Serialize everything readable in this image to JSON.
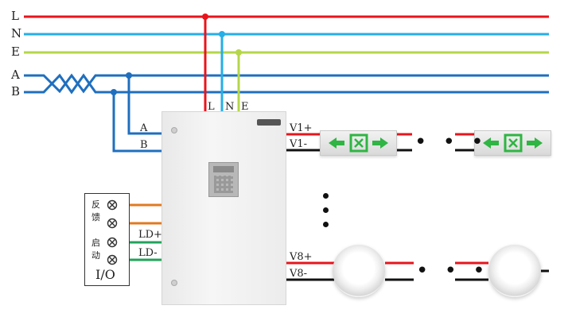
{
  "bus_labels": {
    "L": "L",
    "N": "N",
    "E": "E",
    "A": "A",
    "B": "B"
  },
  "panel_terminals": {
    "L": "L",
    "N": "N",
    "E": "E",
    "A": "A",
    "B": "B"
  },
  "outputs": {
    "v1_plus": "V1+",
    "v1_minus": "V1-",
    "v8_plus": "V8+",
    "v8_minus": "V8-"
  },
  "io_panel": {
    "feedback_char1": "反",
    "feedback_char2": "馈",
    "start_char1": "启",
    "start_char2": "动",
    "ld_plus": "LD+",
    "ld_minus": "LD-",
    "title": "I/O"
  },
  "continuation": "• • •",
  "colors": {
    "L": "#e8141c",
    "N": "#26aee6",
    "E": "#b5d64a",
    "AB": "#1f6fbf",
    "feedback": "#e07a22",
    "start": "#22a35a",
    "neg": "#111111",
    "pos": "#e8141c"
  }
}
